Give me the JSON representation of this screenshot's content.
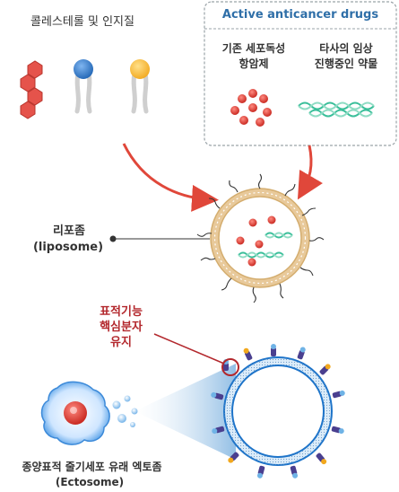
{
  "ingredients_label": "콜레스테롤 및 인지질",
  "drugs_box": {
    "title": "Active anticancer drugs",
    "col1_line1": "기존 세포독성",
    "col1_line2": "항암제",
    "col2_line1": "타사의 임상",
    "col2_line2": "진행중인 약물"
  },
  "liposome": {
    "line1": "리포좀",
    "line2": "(liposome)"
  },
  "retention": {
    "line1": "표적기능",
    "line2": "핵심분자",
    "line3": "유지"
  },
  "ectosome": {
    "line1": "종양표적 줄기세포 유래 엑토좀",
    "line2": "(Ectosome)"
  },
  "colors": {
    "arrow_red": "#e0473a",
    "box_border": "#9aa3a8",
    "box_title": "#2f6fa8",
    "drug_red": "#d6281f",
    "dna_teal": "#3bbf9a",
    "cholesterol": "#e5534b",
    "head_blue": "#1f64b4",
    "head_orange": "#f2a81d",
    "membrane_tan": "#e8c99a",
    "ectosome_blue": "#1e74c9",
    "protein_purple": "#4a3f8f"
  },
  "icons": {
    "cholesterol": "hexagon-chain-icon",
    "phospholipid": "lipid-tail-icon",
    "drug": "red-dot-cluster-icon",
    "gene_drug": "helix-strand-icon"
  }
}
